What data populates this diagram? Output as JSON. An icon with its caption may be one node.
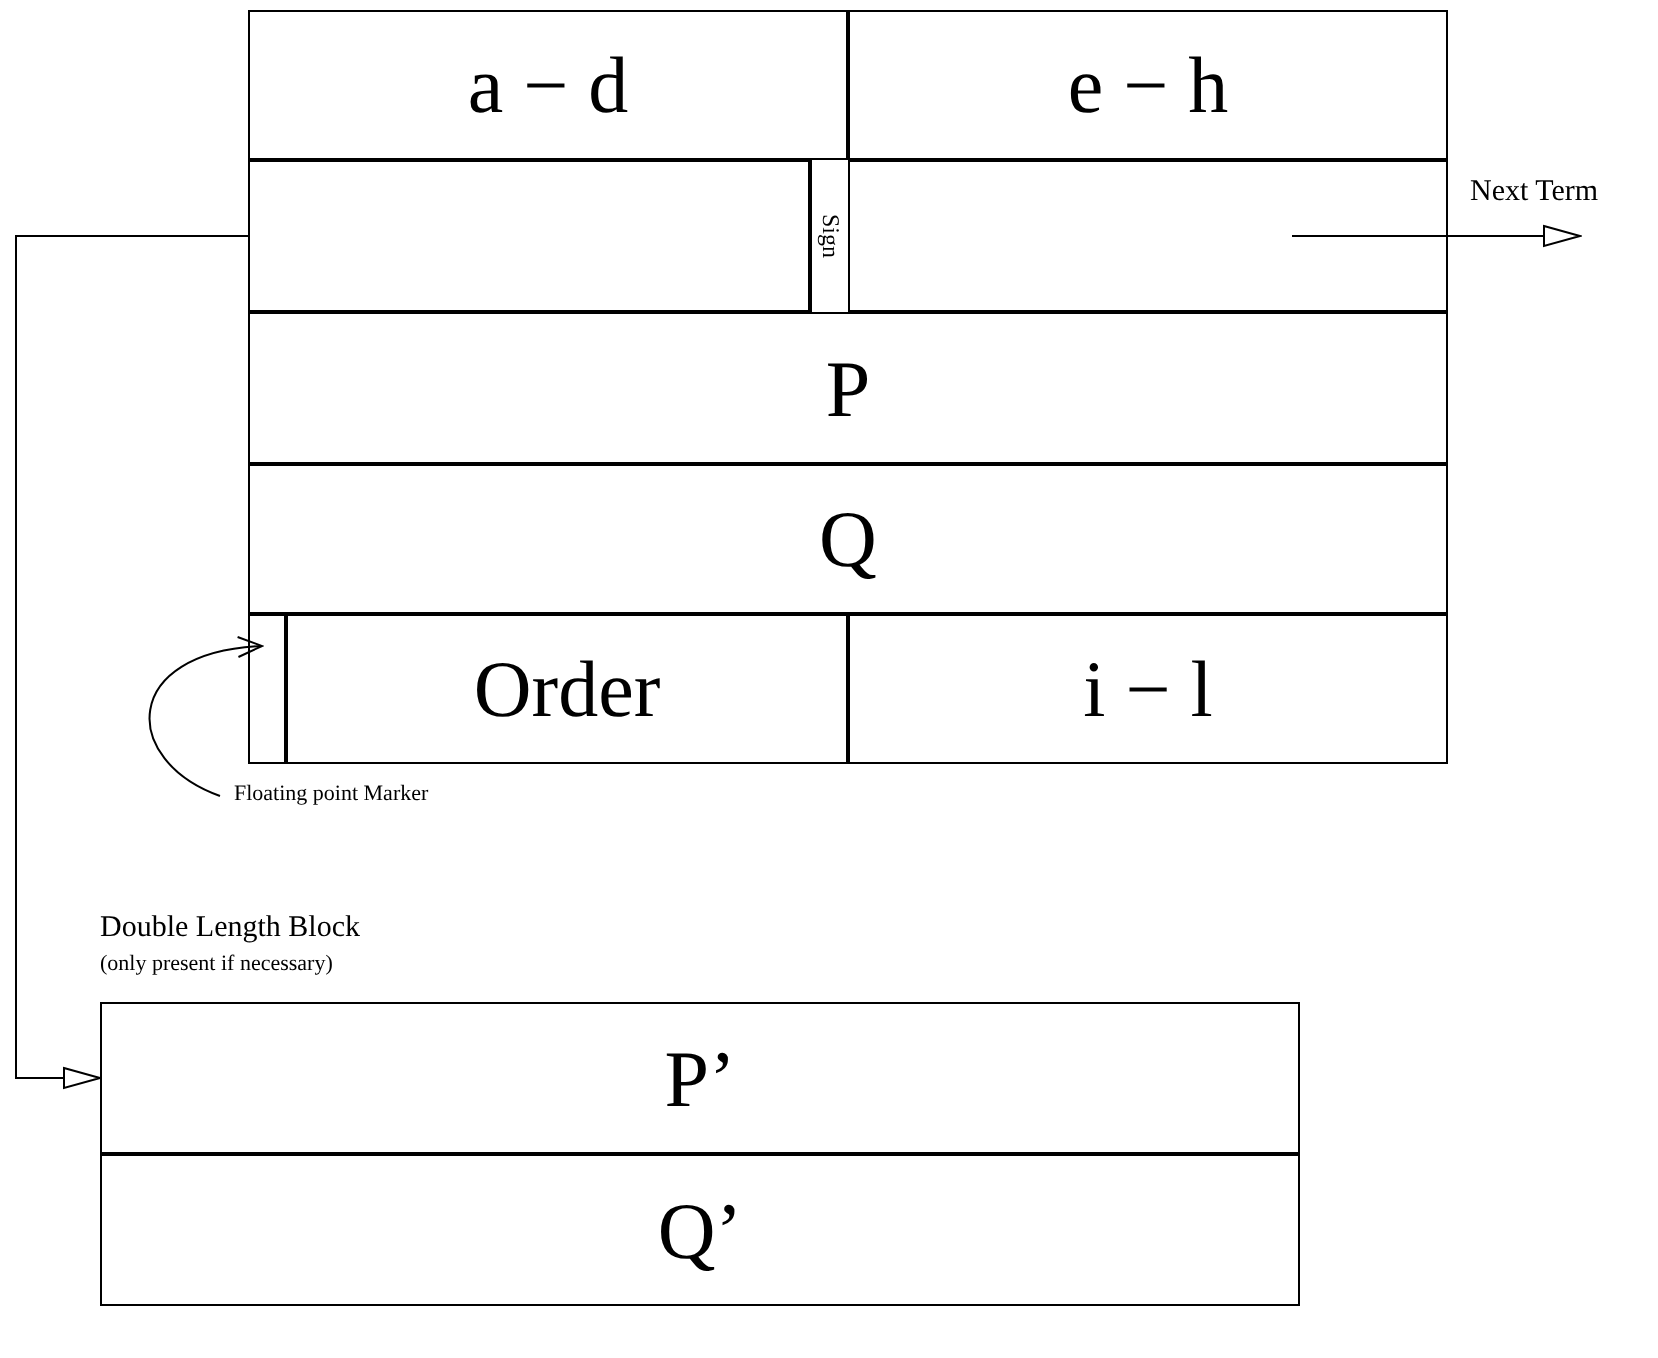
{
  "diagram": {
    "nodes": [
      {
        "text": [
          "a − d"
        ]
      },
      {
        "text": [
          "e − h"
        ]
      },
      {
        "text": [],
        "shape": "box"
      },
      {
        "text": [
          "Sign"
        ]
      },
      {
        "text": [],
        "shape": "box"
      },
      {
        "text": [
          "P"
        ]
      },
      {
        "text": [
          "Q"
        ]
      },
      {
        "text": [],
        "shape": "box"
      },
      {
        "text": [
          "Order"
        ]
      },
      {
        "text": [
          "i − l"
        ]
      },
      {
        "text": [
          "Floating point Marker"
        ]
      },
      {
        "text": [
          "Double Length Block",
          "(only present if necessary)"
        ]
      },
      {
        "text": [
          "P’"
        ],
        "in": 11
      },
      {
        "text": [
          "Q’"
        ],
        "in": 11
      }
    ],
    "edges": [
      {
        "from": 2,
        "to": 12,
        "arrow": "to"
      },
      {
        "from": 4,
        "to": null,
        "arrow": "to",
        "label": "Next Term"
      },
      {
        "from": 10,
        "to": 7,
        "arrow": "to"
      }
    ]
  }
}
